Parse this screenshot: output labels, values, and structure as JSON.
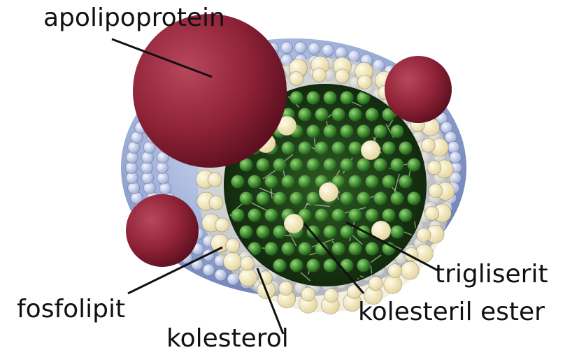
{
  "labels": {
    "apolipoprotein": "apolipoprotein",
    "trigliserit": "trigliserit",
    "kolesteril_ester": "kolesteril ester",
    "fosfolipit": "fosfolipit",
    "kolesterol": "kolesterol"
  },
  "colors": {
    "apolipoprotein": "#8e2236",
    "phospholipid_head": "#aab8de",
    "cholesterol": "#f3e6b4",
    "core": "#1f3f17",
    "triglyceride": "#3f8f2f",
    "cholesteryl_ester": "#e6da95"
  }
}
